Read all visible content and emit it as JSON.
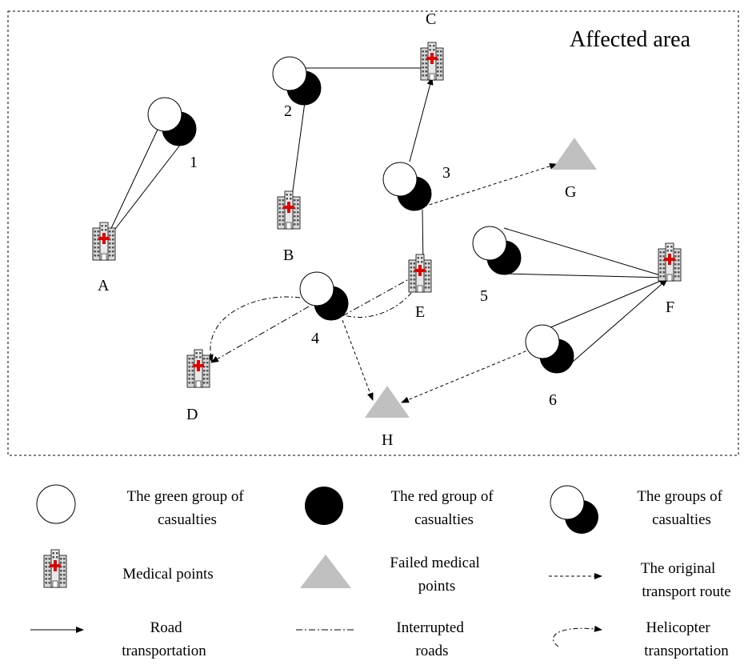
{
  "area": {
    "title": "Affected area"
  },
  "nodes": {
    "hospitals": {
      "A": "A",
      "B": "B",
      "C": "C",
      "D": "D",
      "E": "E",
      "F": "F"
    },
    "failed": {
      "G": "G",
      "H": "H"
    },
    "groups": {
      "g1": "1",
      "g2": "2",
      "g3": "3",
      "g4": "4",
      "g5": "5",
      "g6": "6"
    }
  },
  "legend": {
    "green_group": [
      "The green group of",
      "casualties"
    ],
    "red_group": [
      "The red group of",
      "casualties"
    ],
    "groups": [
      "The groups of",
      "casualties"
    ],
    "medical_points": [
      "Medical points"
    ],
    "failed_points": [
      "Failed medical",
      "points"
    ],
    "original_route": [
      "The original",
      "transport route"
    ],
    "road": [
      "Road",
      "transportation"
    ],
    "interrupted": [
      "Interrupted",
      "roads"
    ],
    "helicopter": [
      "Helicopter",
      "transportation"
    ]
  },
  "colors": {
    "cross": "#e00000",
    "failed": "#c0c0c0",
    "building": "#d9d9d9",
    "stroke": "#000000"
  }
}
